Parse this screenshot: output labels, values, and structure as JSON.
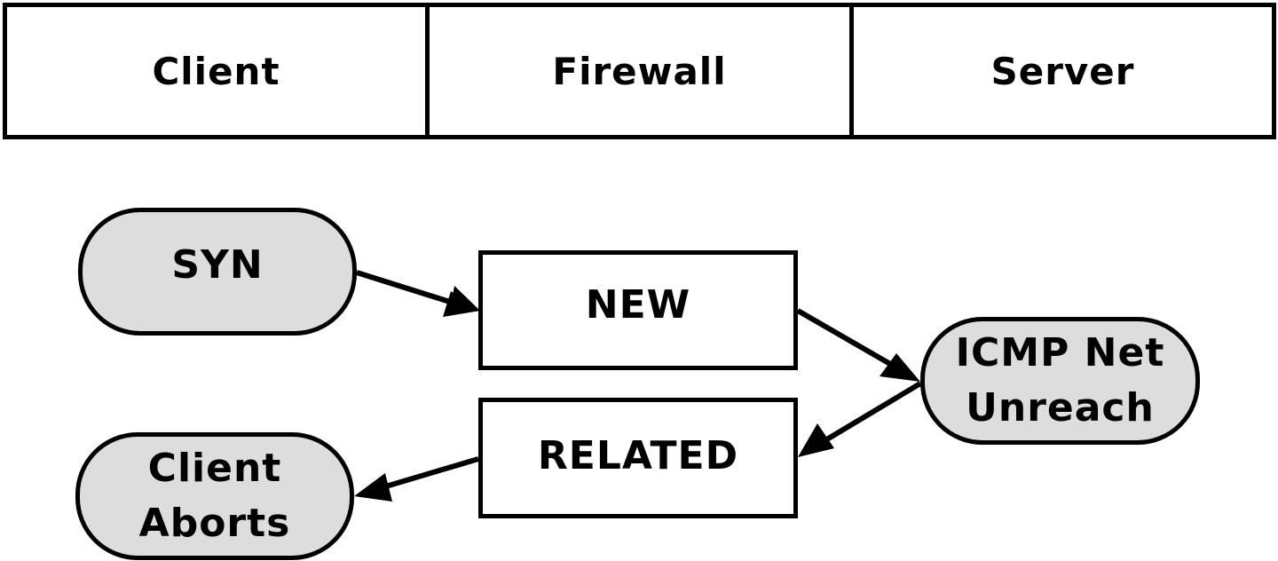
{
  "lanes": {
    "client": "Client",
    "firewall": "Firewall",
    "server": "Server"
  },
  "nodes": {
    "syn": "SYN",
    "new": "NEW",
    "icmp_line1": "ICMP Net",
    "icmp_line2": "Unreach",
    "related": "RELATED",
    "client_aborts_line1": "Client",
    "client_aborts_line2": "Aborts"
  },
  "colors": {
    "pill_fill": "#dddddd",
    "box_fill": "#ffffff",
    "stroke": "#000000"
  },
  "edges": [
    {
      "from": "SYN",
      "to": "NEW"
    },
    {
      "from": "NEW",
      "to": "ICMP Net Unreach"
    },
    {
      "from": "ICMP Net Unreach",
      "to": "RELATED"
    },
    {
      "from": "RELATED",
      "to": "Client Aborts"
    }
  ]
}
